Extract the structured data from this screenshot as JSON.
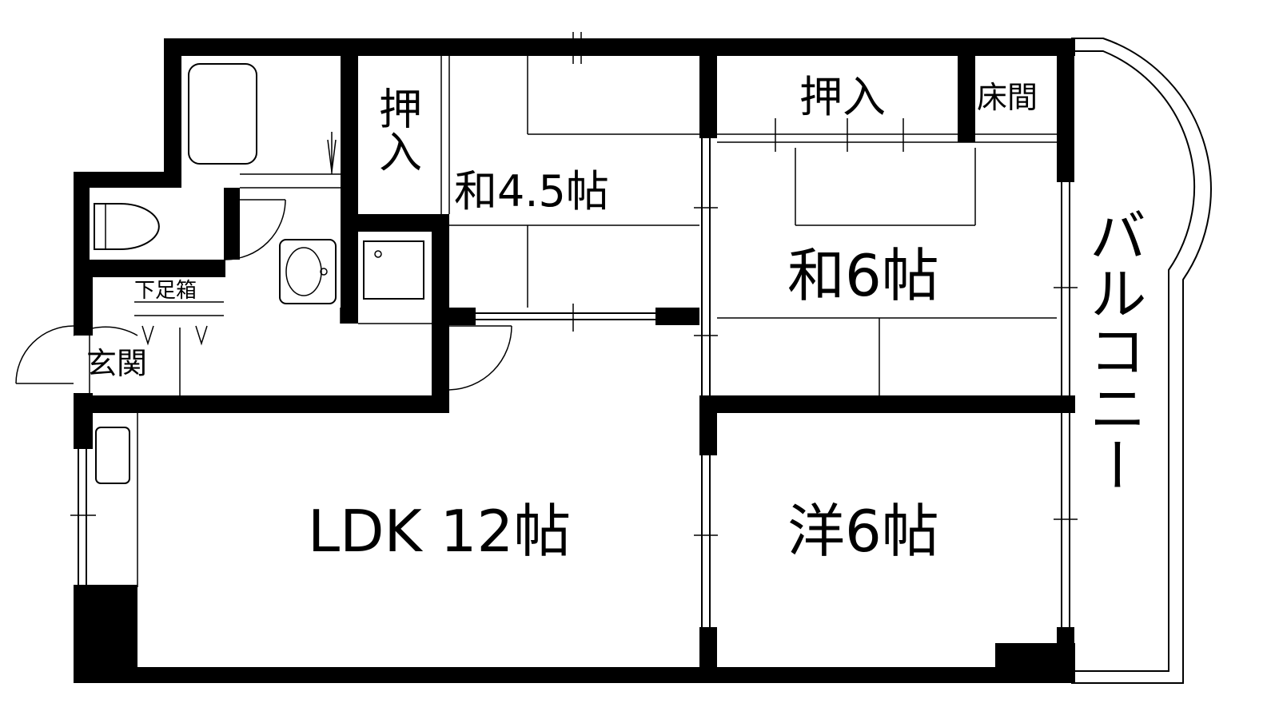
{
  "floorplan": {
    "rooms": {
      "ldk": "LDK 12帖",
      "washitsu_45": "和4.5帖",
      "washitsu_6": "和6帖",
      "yoshitsu_6": "洋6帖"
    },
    "storage": {
      "oshiire_left": "押入",
      "oshiire_right": "押入",
      "tokonoma": "床間",
      "shoe_box": "下足箱"
    },
    "entrance": "玄関",
    "balcony": "バルコニー"
  },
  "colors": {
    "wall": "#000000",
    "background": "#ffffff"
  }
}
